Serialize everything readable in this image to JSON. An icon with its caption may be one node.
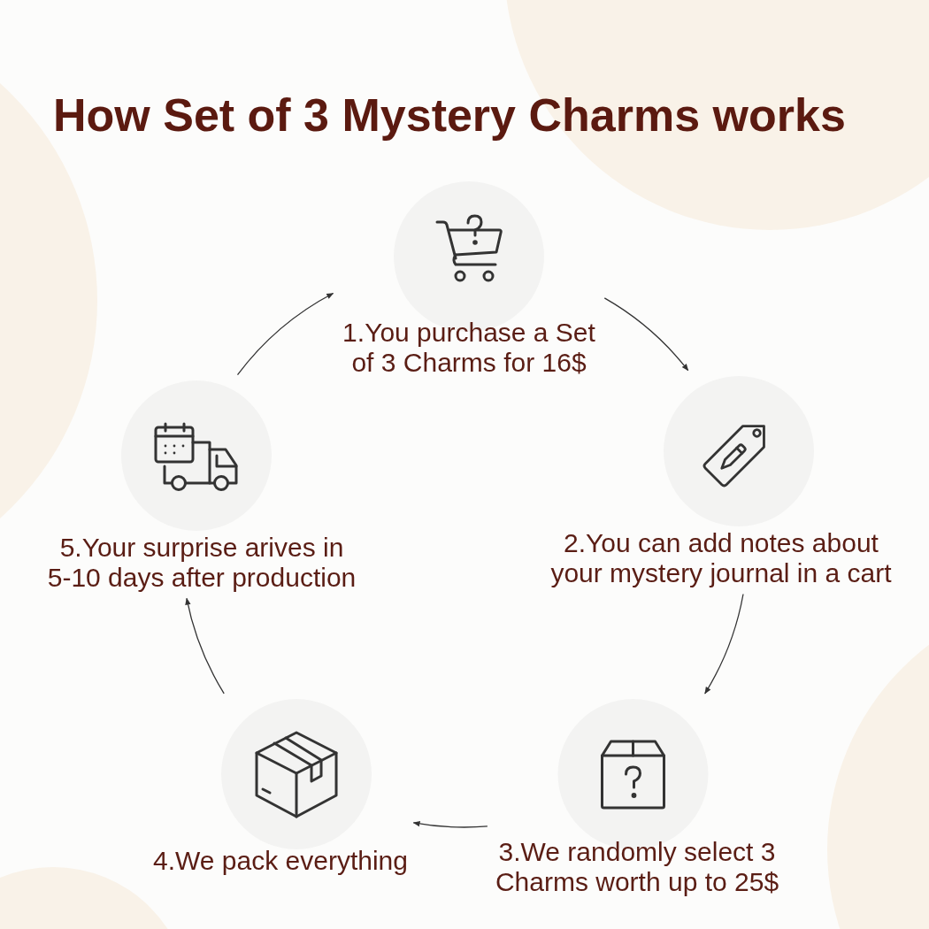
{
  "diagram": {
    "title": "How Set of 3 Mystery Charms works",
    "nodes": [
      {
        "text": [
          "1.You purchase a Set of 3 Charms for 16$"
        ]
      },
      {
        "text": [
          "2.You can add notes about your mystery journal in a cart"
        ]
      },
      {
        "text": [
          "3.We randomly select 3 Charms worth up to 25$"
        ]
      },
      {
        "text": [
          "4.We pack everything"
        ]
      },
      {
        "text": [
          "5.Your surprise arives in 5-10 days after production"
        ]
      }
    ],
    "edges": [
      {
        "from": 0,
        "to": 1,
        "arrow": "to"
      },
      {
        "from": 1,
        "to": 2,
        "arrow": "to"
      },
      {
        "from": 2,
        "to": 3,
        "arrow": "to"
      },
      {
        "from": 3,
        "to": 4,
        "arrow": "to"
      },
      {
        "from": 4,
        "to": 0,
        "arrow": "to"
      }
    ]
  }
}
